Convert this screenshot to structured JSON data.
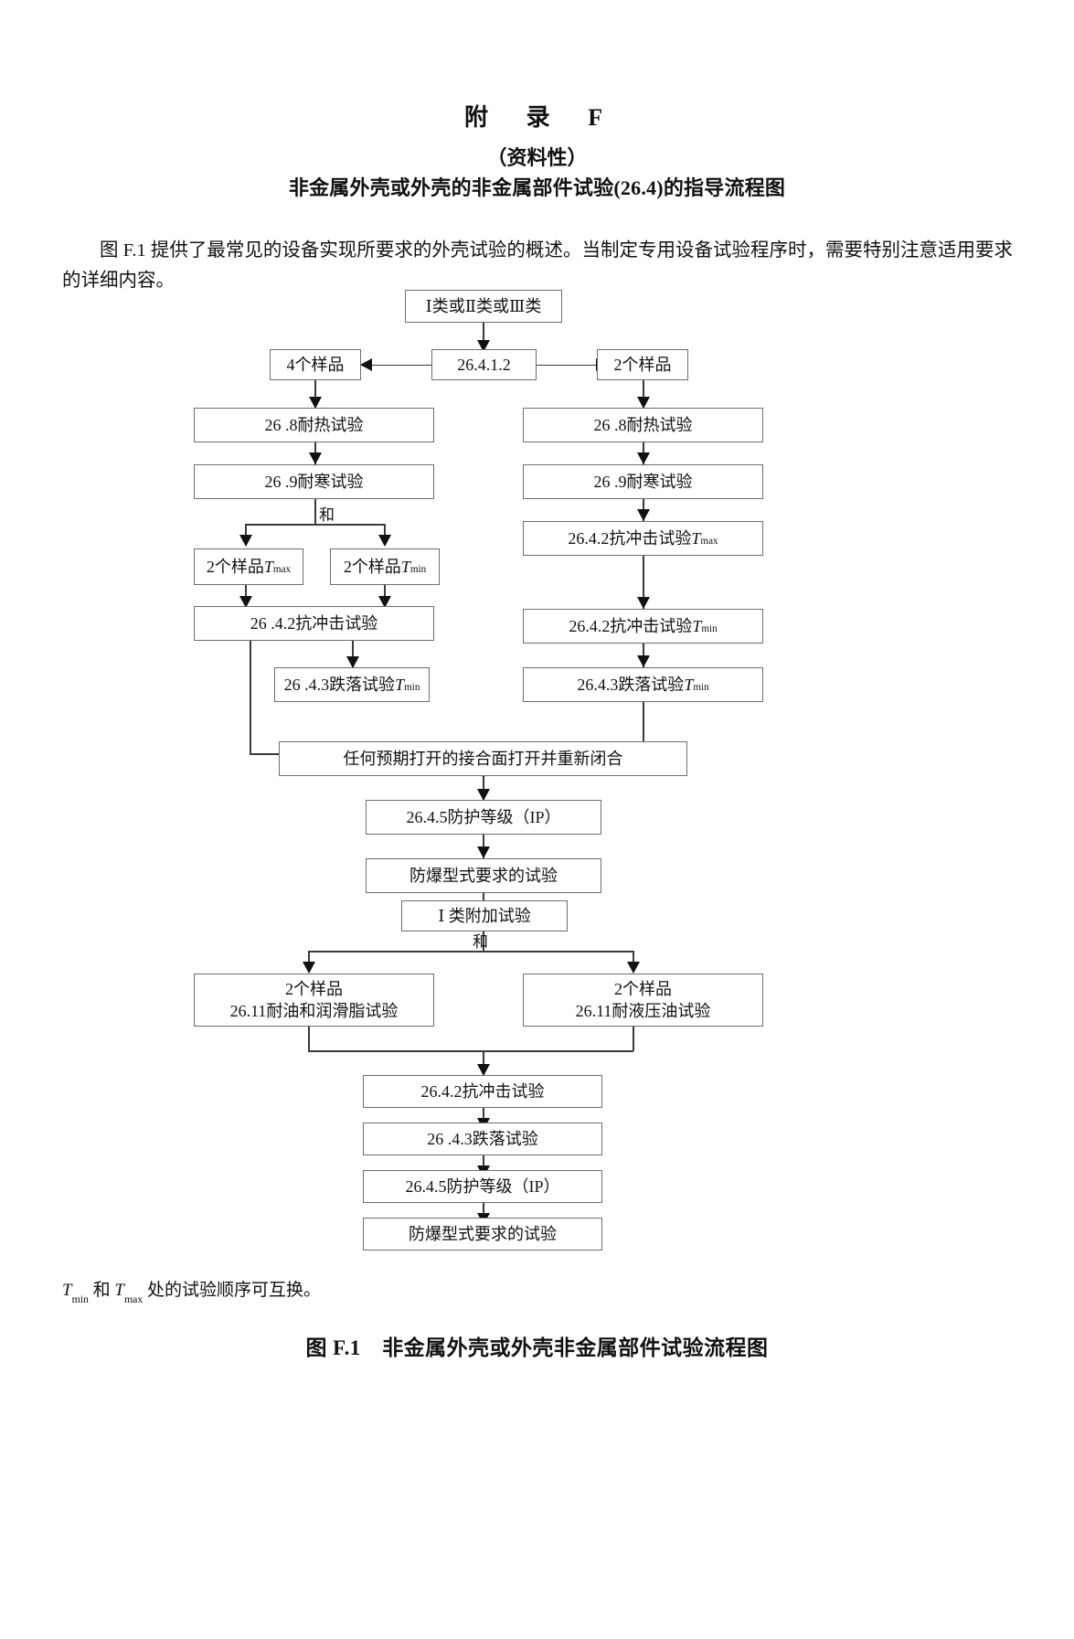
{
  "heading": {
    "appendix_title": "附　录　F",
    "appendix_kind": "（资料性）",
    "appendix_subject": "非金属外壳或外壳的非金属部件试验(26.4)的指导流程图"
  },
  "intro": {
    "paragraph": "图 F.1 提供了最常见的设备实现所要求的外壳试验的概述。当制定专用设备试验程序时，需要特别注意适用要求的详细内容。"
  },
  "flowchart": {
    "type": "flowchart",
    "nodes": {
      "start": "Ⅰ类或Ⅱ类或Ⅲ类",
      "clause_split": "26.4.1.2",
      "left_samples": "4个样品",
      "right_samples": "2个样品",
      "left_heat": "26 .8耐热试验",
      "left_cold": "26 .9耐寒试验",
      "left_and_label": "和",
      "left_sample_tmax_pre": "2个样品",
      "left_sample_tmax_sym": "T",
      "left_sample_tmax_sub": "max",
      "left_sample_tmin_pre": "2个样品",
      "left_sample_tmin_sym": "T",
      "left_sample_tmin_sub": "min",
      "left_impact": "26 .4.2抗冲击试验",
      "left_drop_pre": "26 .4.3跌落试验",
      "left_drop_sym": "T",
      "left_drop_sub": "min",
      "right_heat": "26 .8耐热试验",
      "right_cold": "26 .9耐寒试验",
      "right_impact_max_pre": "26.4.2抗冲击试验",
      "right_impact_max_sym": "T",
      "right_impact_max_sub": "max",
      "right_impact_min_pre": "26.4.2抗冲击试验",
      "right_impact_min_sym": "T",
      "right_impact_min_sub": "min",
      "right_drop_pre": "26.4.3跌落试验",
      "right_drop_sym": "T",
      "right_drop_sub": "min",
      "joint_reopen": "任何预期打开的接合面打开并重新闭合",
      "ip_rating": "26.4.5防护等级（IP）",
      "explosion_type_test": "防爆型式要求的试验",
      "class1_additional": "Ⅰ 类附加试验",
      "class1_and_label": "和",
      "oil_grease_line1": "2个样品",
      "oil_grease_line2": "26.11耐油和润滑脂试验",
      "hydraulic_line1": "2个样品",
      "hydraulic_line2": "26.11耐液压油试验",
      "final_impact": "26.4.2抗冲击试验",
      "final_drop": "26 .4.3跌落试验",
      "final_ip": "26.4.5防护等级（IP）",
      "final_explosion": "防爆型式要求的试验"
    }
  },
  "note": {
    "sym1": "T",
    "sub1": "min",
    "mid": " 和 ",
    "sym2": "T",
    "sub2": "max",
    "tail": " 处的试验顺序可互换。"
  },
  "caption": {
    "text": "图 F.1　非金属外壳或外壳非金属部件试验流程图"
  }
}
